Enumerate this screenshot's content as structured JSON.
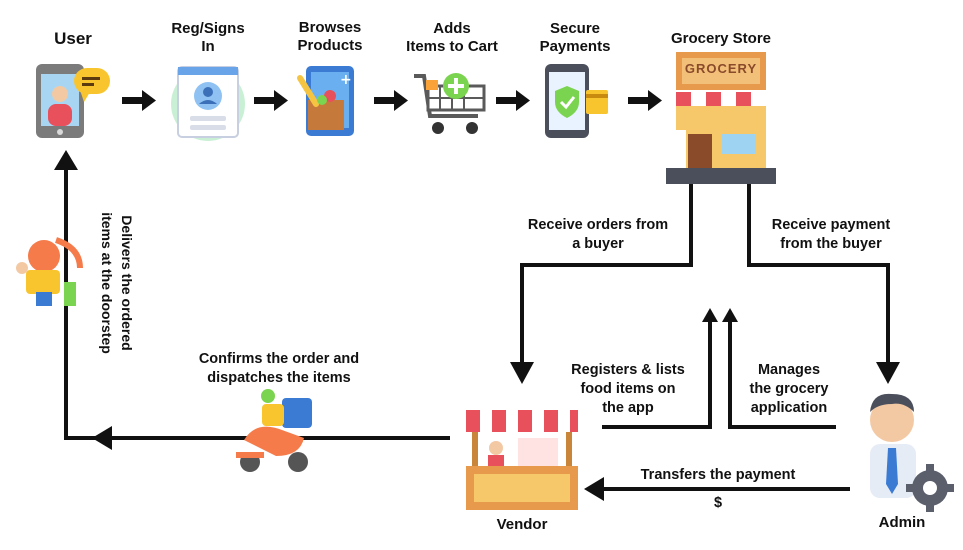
{
  "nodes": {
    "user": {
      "label": "User",
      "icon": "smartphone-chat-icon"
    },
    "register": {
      "label_line1": "Reg/Signs",
      "label_line2": "In",
      "icon": "login-profile-icon"
    },
    "browse": {
      "label_line1": "Browses",
      "label_line2": "Products",
      "icon": "grocery-bag-tablet-icon"
    },
    "cart": {
      "label_line1": "Adds",
      "label_line2": "Items to Cart",
      "icon": "shopping-cart-add-icon"
    },
    "payment": {
      "label_line1": "Secure",
      "label_line2": "Payments",
      "icon": "secure-payment-phone-icon"
    },
    "store": {
      "label": "Grocery Store",
      "sign_text": "GROCERY",
      "icon": "grocery-store-icon"
    },
    "vendor": {
      "label": "Vendor",
      "icon": "vendor-stall-icon"
    },
    "admin": {
      "label": "Admin",
      "icon": "admin-gear-icon"
    }
  },
  "edges": {
    "receive_orders": {
      "line1": "Receive orders from",
      "line2": "a buyer"
    },
    "receive_payment": {
      "line1": "Receive payment",
      "line2": "from the buyer"
    },
    "registers": {
      "line1": "Registers & lists",
      "line2": "food items on",
      "line3": "the app"
    },
    "manages": {
      "line1": "Manages",
      "line2": "the grocery",
      "line3": "application"
    },
    "transfers": {
      "line1": "Transfers the payment",
      "line2": "$"
    },
    "confirms": {
      "line1": "Confirms the order and",
      "line2": "dispatches the items"
    },
    "delivers": {
      "line1": "Delivers the ordered",
      "line2": "items at the doorstep"
    }
  },
  "colors": {
    "line": "#111111",
    "accent_orange": "#f57b4a",
    "accent_red": "#e8505b",
    "accent_green": "#7bd44f",
    "accent_yellow": "#f9c52f",
    "accent_blue": "#3b7bd4"
  }
}
